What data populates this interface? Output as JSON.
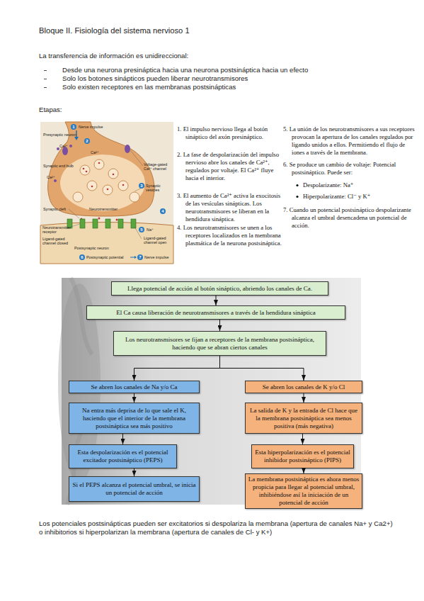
{
  "diagram": {
    "title": "Bloque II. Fisiología del sistema nervioso 1",
    "nodes": [
      {
        "text": [
          "Llega potencial de acción al botón sináptico, abriendo los canales de Ca."
        ]
      },
      {
        "text": [
          "El Ca causa liberación de neurotransmisores a través de la hendidura sináptica"
        ]
      },
      {
        "text": [
          "Los neurotransmisores se fijan a receptores de la membrana postsináptica, haciendo que se abran ciertos canales"
        ]
      },
      {
        "text": [
          "Se abren los canales de Na y/o Ca"
        ]
      },
      {
        "text": [
          "Na entra más deprisa de lo que sale el K, haciendo que el interior de la membrana postsináptica sea más positivo"
        ]
      },
      {
        "text": [
          "Esta despolarización es el potencial excitador postsináptico (PEPS)"
        ]
      },
      {
        "text": [
          "Si el PEPS alcanza el potencial umbral, se inicia un potencial de acción"
        ]
      },
      {
        "text": [
          "Se abren los canales de K y/o Cl"
        ]
      },
      {
        "text": [
          "La salida de K y la entrada de Cl hace que la membrana postsináptica sea menos positiva (más negativa)"
        ]
      },
      {
        "text": [
          "Esta hiperpolarización es el potencial inhibidor postsináptico (PIPS)"
        ]
      },
      {
        "text": [
          "La membrana postsináptica es ahora menos propicia para llegar al potencial umbral, inhibiéndose así la iniciación de un potencial de acción"
        ]
      }
    ],
    "edges": [
      {
        "from": 0,
        "to": 1,
        "arrow": "to"
      },
      {
        "from": 1,
        "to": 2,
        "arrow": "to"
      },
      {
        "from": 2,
        "to": 3,
        "arrow": "to"
      },
      {
        "from": 2,
        "to": 7,
        "arrow": "to"
      },
      {
        "from": 3,
        "to": 4,
        "arrow": "to"
      },
      {
        "from": 4,
        "to": 5,
        "arrow": "to"
      },
      {
        "from": 5,
        "to": 6,
        "arrow": "to"
      },
      {
        "from": 7,
        "to": 8,
        "arrow": "to"
      },
      {
        "from": 8,
        "to": 9,
        "arrow": "to"
      },
      {
        "from": 9,
        "to": 10,
        "arrow": "to"
      }
    ],
    "labels": [
      "La transferencia de información es unidireccional:",
      "Desde una neurona presináptica hacia una neurona postsináptica hacia un efecto",
      "Solo los botones sinápticos pueden liberar neurotransmisores",
      "Solo existen receptores en las membranas postsinápticas",
      "Etapas:",
      "Presynaptic neuron",
      "1",
      "Nerve impulse",
      "Ca²⁺",
      "2",
      "Ca²⁺",
      "Synaptic end bulb",
      "Ca²⁺",
      "Voltage-gated Ca²⁺ channel",
      "3",
      "Synaptic vesicles",
      "Synaptic cleft",
      "Neurotransmitter",
      "Neurotransmitter receptor",
      "4",
      "Ligand-gated channel closed",
      "Postsynaptic neuron",
      "5",
      "Na⁺",
      "Ligand-gated channel open",
      "6",
      "Postsynaptic potential",
      "7",
      "Nerve impulse",
      "1. El impulso nervioso llega al botón sináptico del axón presináptico.",
      "2. La fase de despolarización del impulso nervioso abre los canales de Ca²⁺, regulados por voltaje. El Ca²⁺ fluye hacia el interior.",
      "3. El aumento de Ca²⁺ activa la exocitosis de las vesículas sinápticas. Los neurotransmisores se liberan en la hendidura sináptica.",
      "4. Los neurotransmisores se unen a los receptores localizados en la membrana plasmática de la neurona postsináptica.",
      "5. La unión de los neurotransmisores a sus receptores provocan la apertura de los canales regulados por ligando unidos a ellos. Permitiendo el flujo de iones a través de la membrana.",
      "6. Se produce un cambio de voltaje: Potencial postsináptico. Puede ser:",
      "Despolarizante: Na⁺",
      "Hiperpolarizante: Cl⁻ y K⁺",
      "7. Cuando un potencial postsináptico despolarizante alcanza el umbral desencadena un potencial de acción.",
      "Los potenciales postsinápticas pueden ser excitatorios si despolariza la membrana (apertura de canales Na+ y Ca2+) o inhibitorios si hiperpolarizan la membrana (apertura de canales de Cl- y K+)"
    ]
  }
}
